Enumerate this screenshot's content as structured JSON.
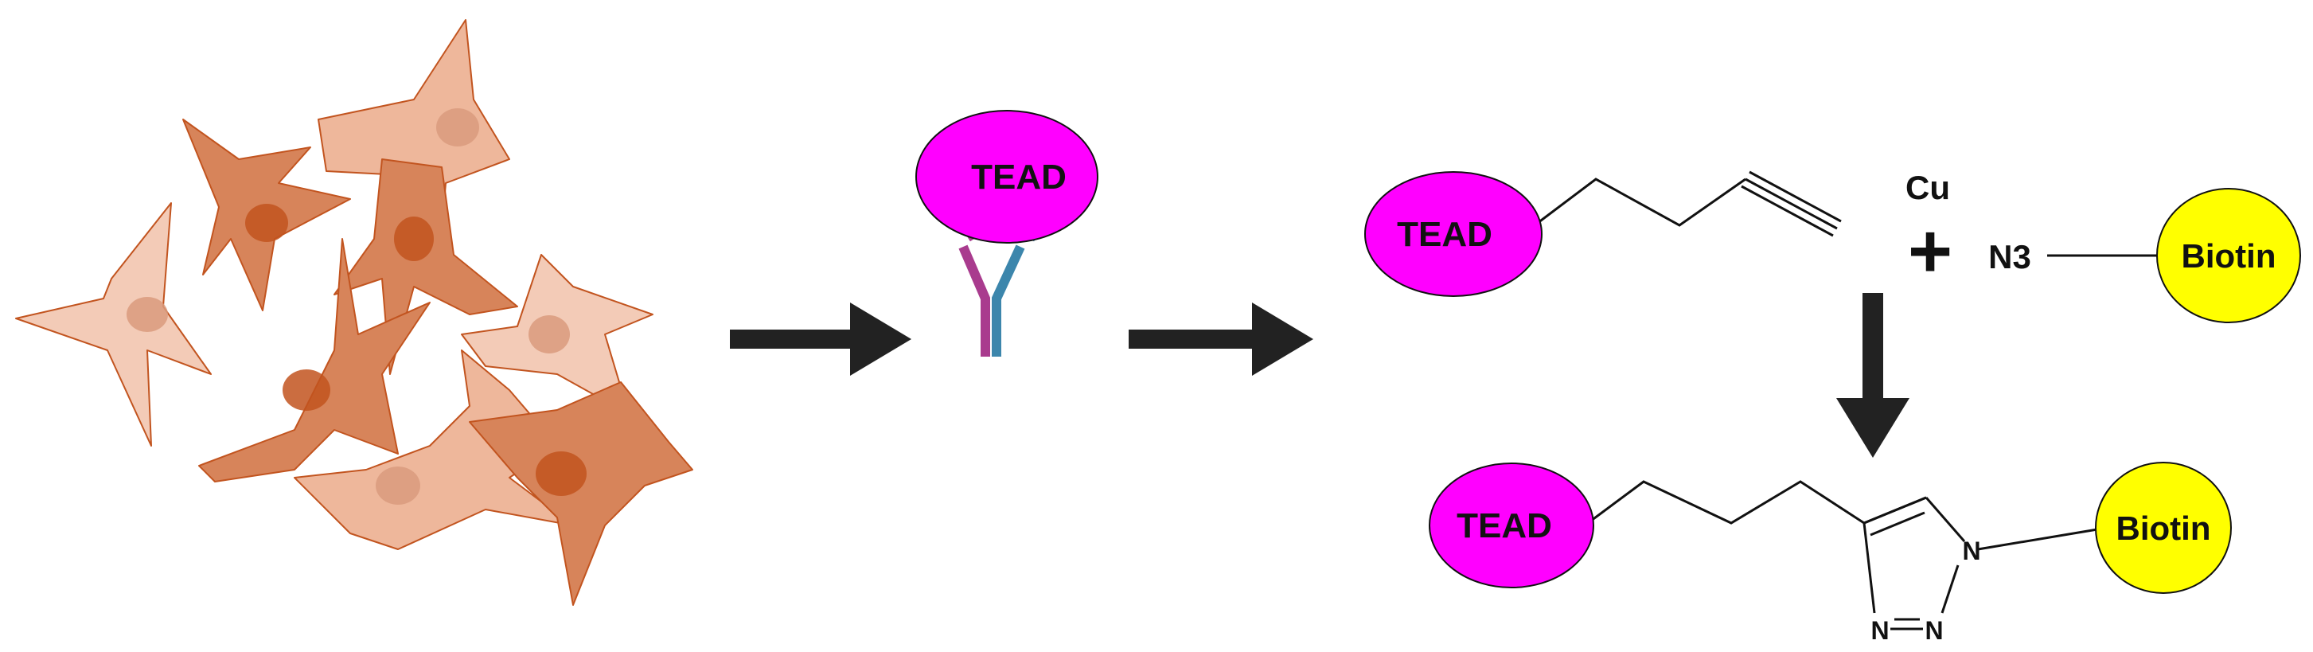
{
  "colors": {
    "tead": "#ff00ff",
    "biotin": "#ffff00",
    "cell_dark": "#d7845a",
    "cell_light": "#eeb79b",
    "cell_lighter": "#f3cbb7",
    "nucleus_dark": "#c2541f",
    "nucleus_light": "#d99b7e",
    "antibody_left": "#a93b8e",
    "antibody_right": "#3c86ac",
    "arrow": "#222222"
  },
  "icons": {
    "cells": "cell-cluster-icon",
    "antibody": "y-antibody-icon",
    "alkyne": "alkyne-chain",
    "triazole": "triazole-ring"
  },
  "antibody_complex": {
    "protein_label": "TEAD"
  },
  "reaction": {
    "reactant_label": "TEAD",
    "catalyst_label": "Cu",
    "plus_sign": "+",
    "azide_label": "N3",
    "tag_label": "Biotin"
  },
  "product": {
    "protein_label": "TEAD",
    "tag_label": "Biotin",
    "ring_atoms": [
      "N",
      "N",
      "N"
    ]
  }
}
